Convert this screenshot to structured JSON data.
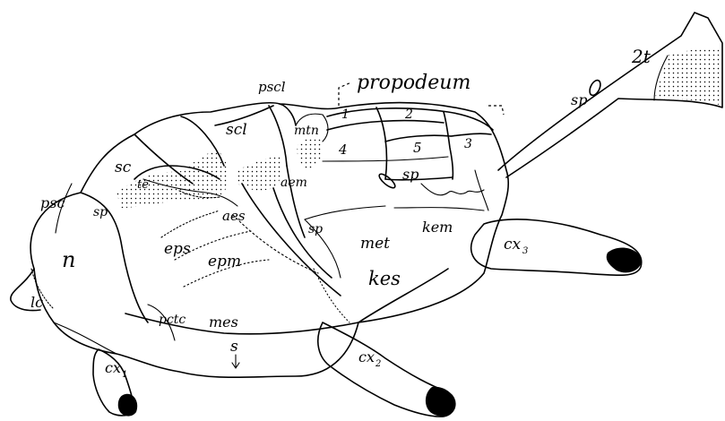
{
  "labels": {
    "propodeum": "propodeum",
    "pscl": "pscl",
    "mtn": "mtn",
    "area1": "1",
    "area2": "2",
    "area3": "3",
    "area4": "4",
    "area5": "5",
    "sc": "sc",
    "scl": "scl",
    "psc": "psc",
    "te": "te",
    "sp_meso": "sp",
    "sp_meta": "sp",
    "sp_propodeum": "sp",
    "sp_petiole": "sp",
    "segment_2t": "2t",
    "aem": "aem",
    "aes": "aes",
    "eps": "eps",
    "epm": "epm",
    "met": "met",
    "kem": "kem",
    "kes": "kes",
    "n": "n",
    "lc": "lc",
    "pctc": "pctc",
    "mes": "mes",
    "s": "s",
    "cx1": "cx",
    "cx1_sub": "1",
    "cx2": "cx",
    "cx2_sub": "2",
    "cx3": "cx",
    "cx3_sub": "3"
  }
}
